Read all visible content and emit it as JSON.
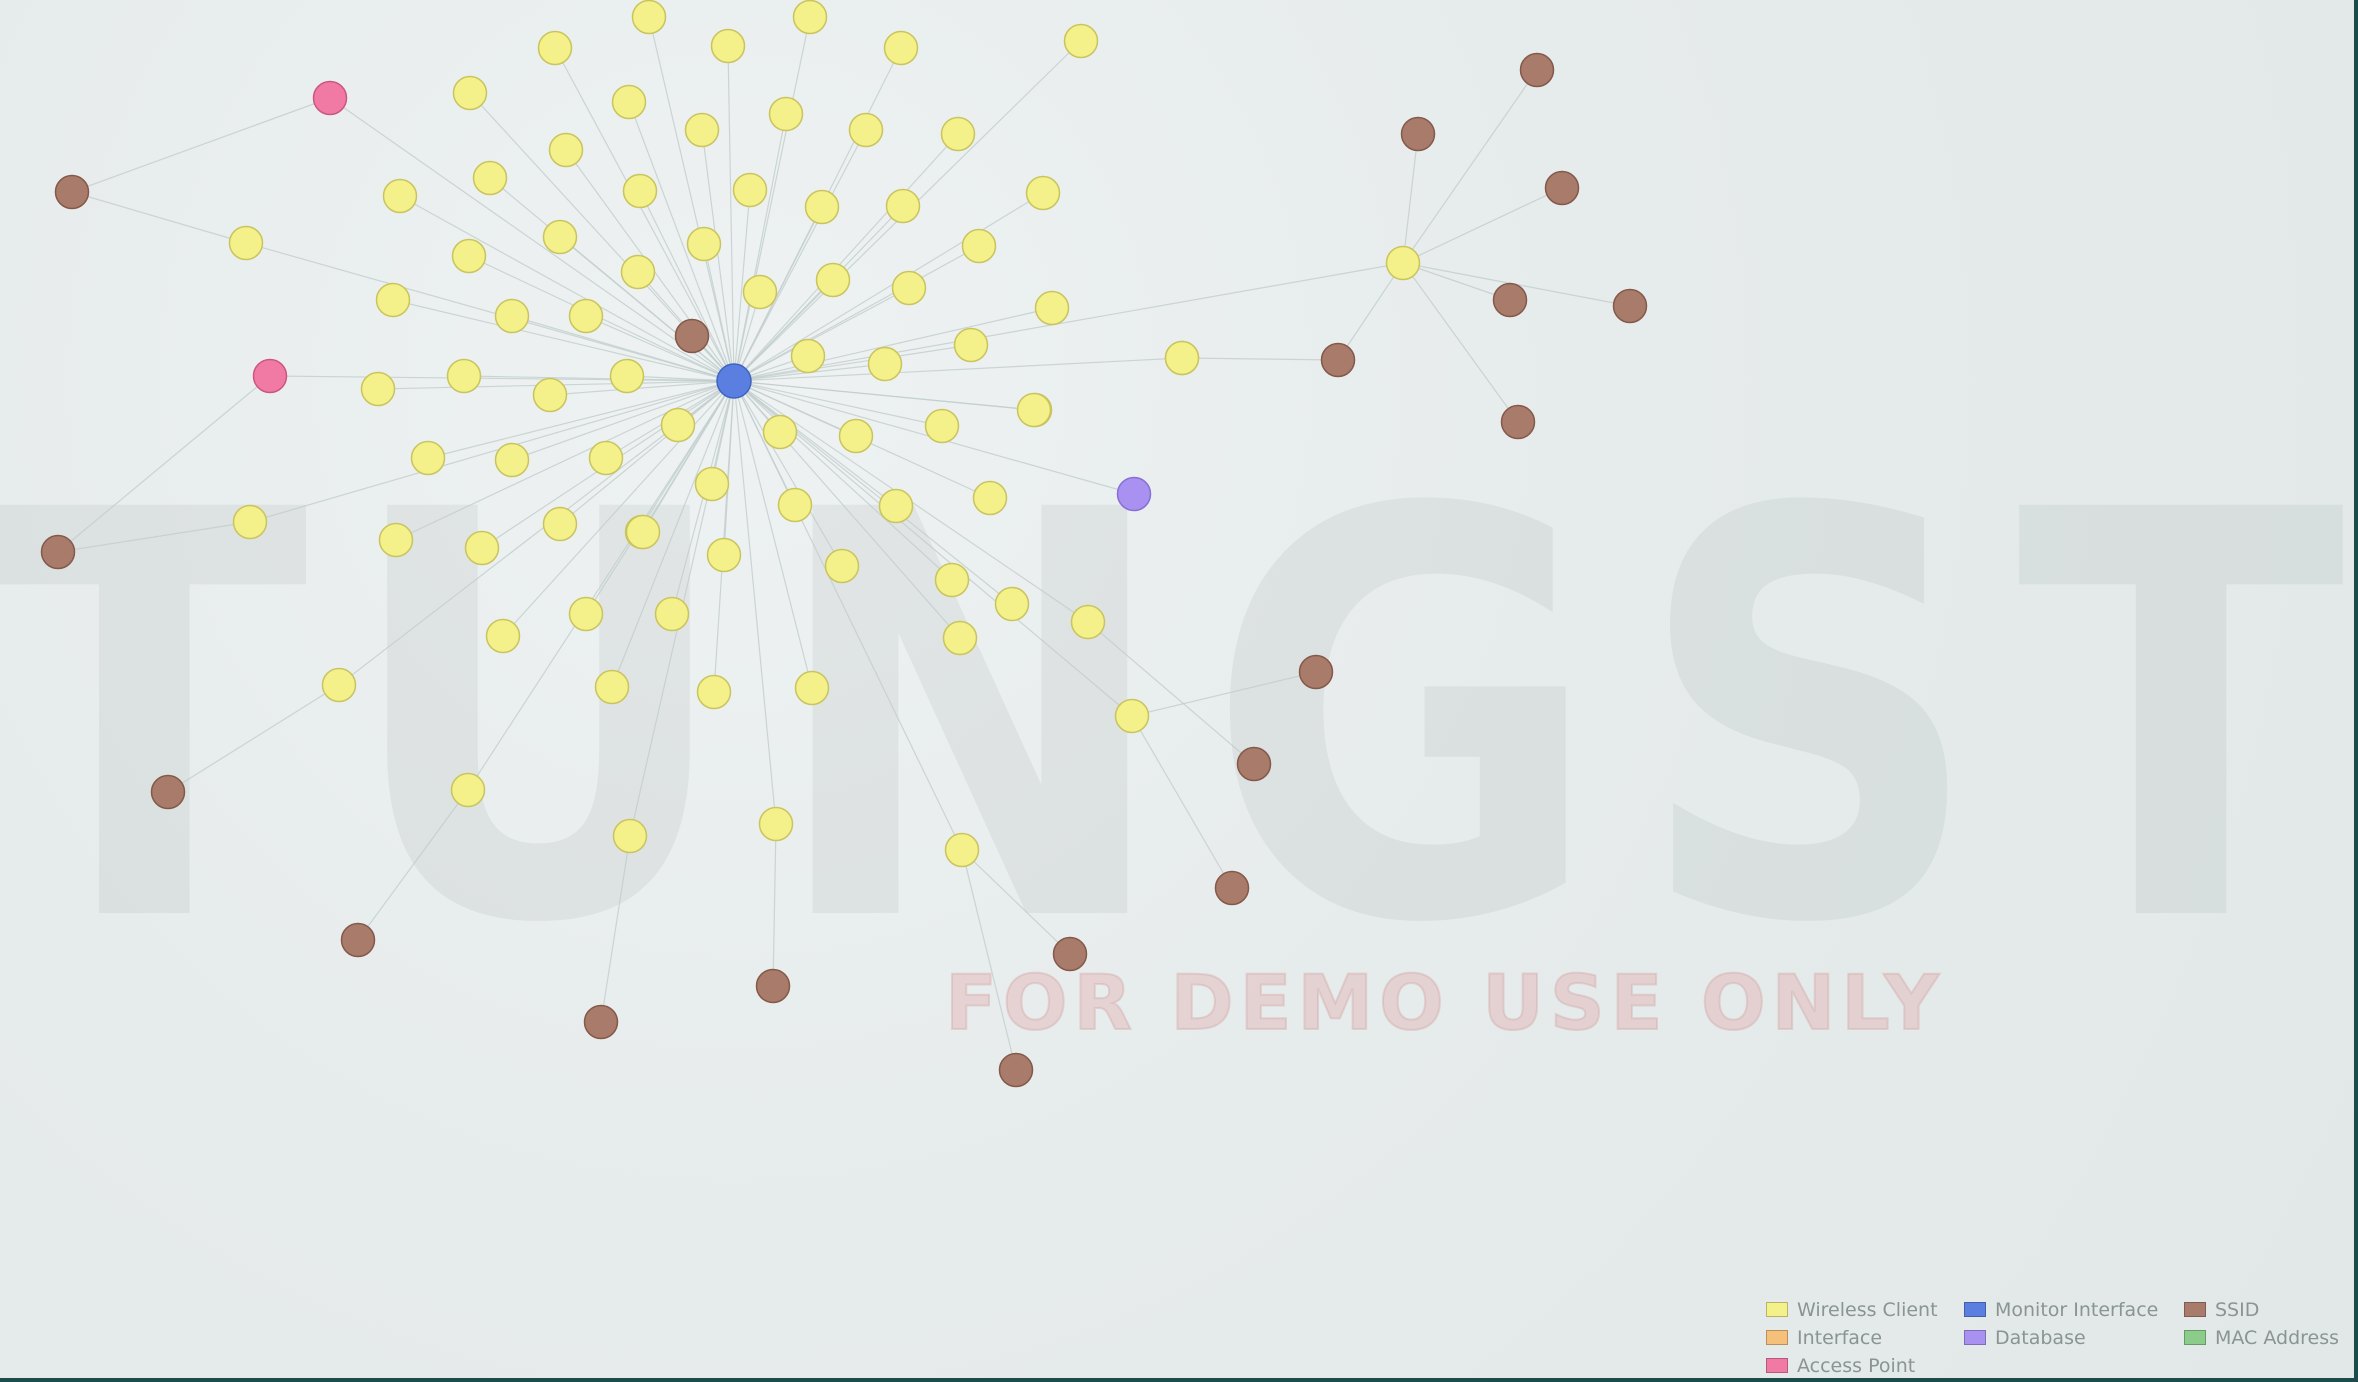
{
  "watermark": {
    "main_text": "TUNGSTEN",
    "sub_text": "FOR DEMO USE ONLY"
  },
  "legend": [
    {
      "label": "Wireless Client",
      "color": "#f4f08a"
    },
    {
      "label": "Monitor Interface",
      "color": "#5b7fe0"
    },
    {
      "label": "SSID",
      "color": "#a87b6a"
    },
    {
      "label": "Interface",
      "color": "#f5c07a"
    },
    {
      "label": "Database",
      "color": "#a991f2"
    },
    {
      "label": "MAC Address",
      "color": "#8ccc8a"
    },
    {
      "label": "Access Point",
      "color": "#f07aa4"
    }
  ],
  "node_types": {
    "wireless_client": {
      "fill": "#f4f08a",
      "stroke": "#c9c45c"
    },
    "monitor_interface": {
      "fill": "#5b7fe0",
      "stroke": "#3f63c0"
    },
    "ssid": {
      "fill": "#a87b6a",
      "stroke": "#84594a"
    },
    "database": {
      "fill": "#a991f2",
      "stroke": "#8670d4"
    },
    "access_point": {
      "fill": "#f07aa4",
      "stroke": "#cc5680"
    }
  },
  "edge_color": "#c2cdcd"
}
